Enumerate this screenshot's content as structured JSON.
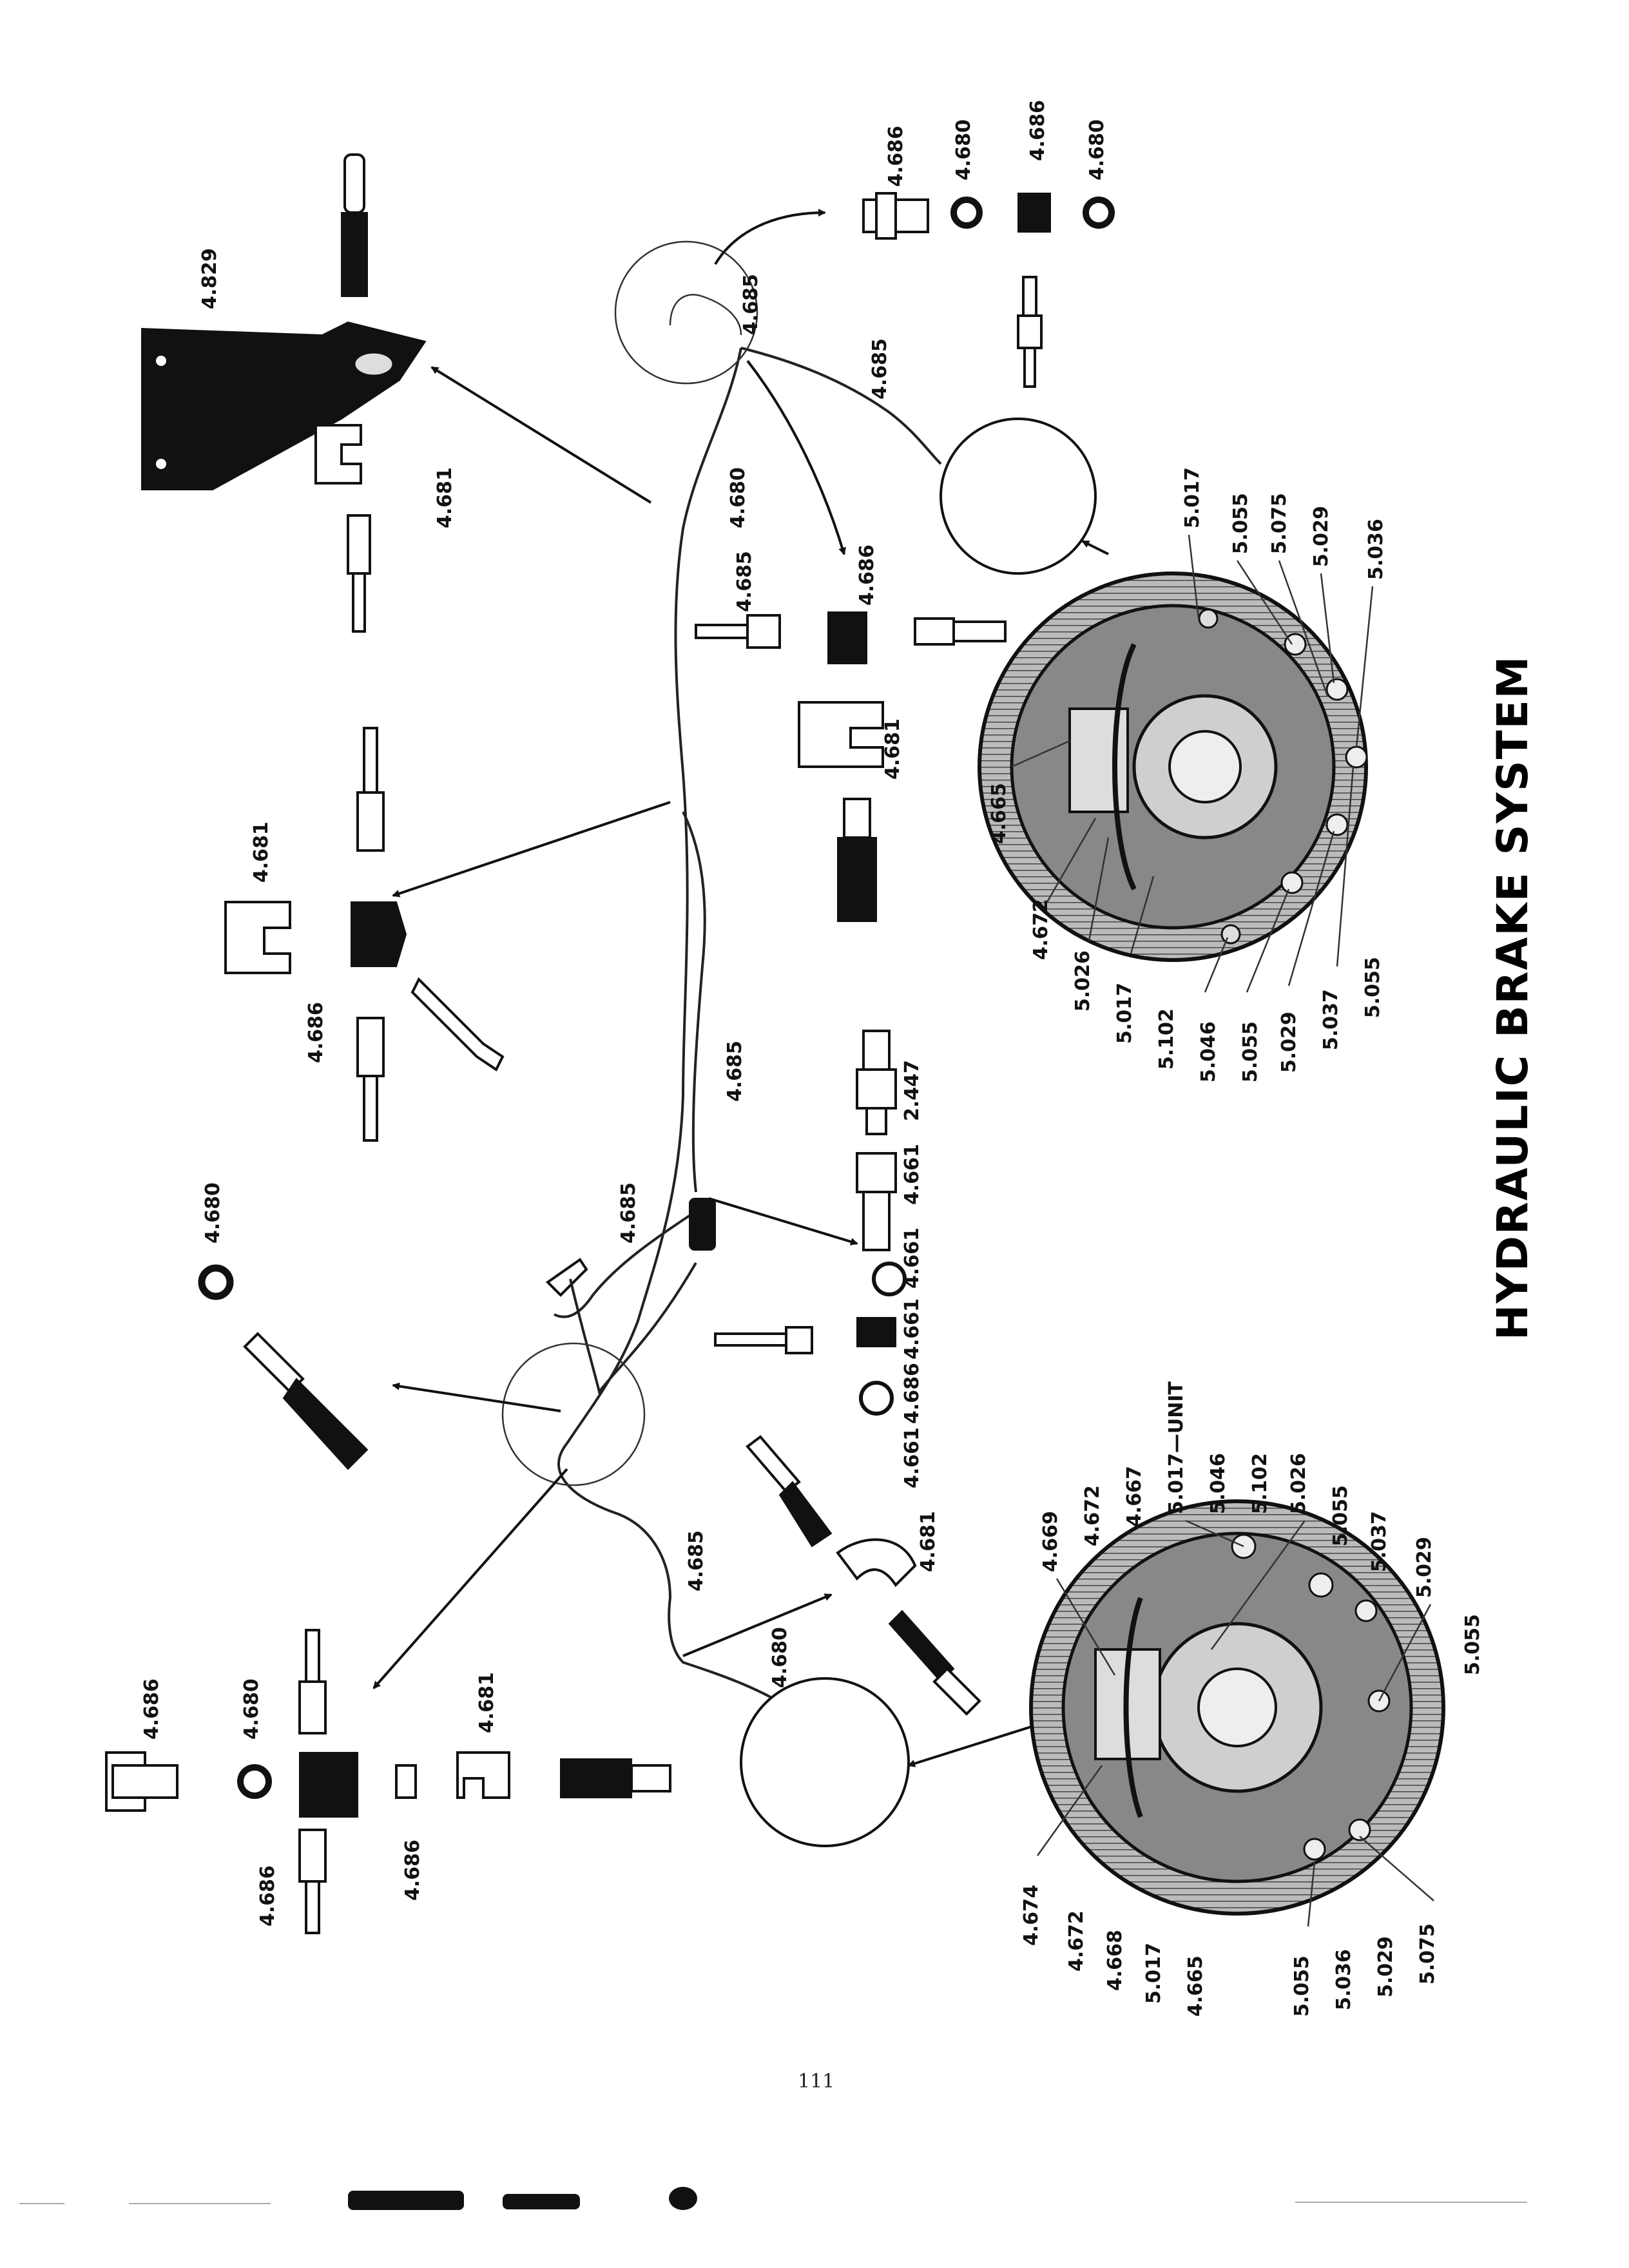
{
  "title": "HYDRAULIC BRAKE SYSTEM",
  "page_number": "111",
  "groups": {
    "top_right_fittings": [
      "4.686",
      "4.680",
      "4.686",
      "4.680"
    ],
    "front_right_hose": [
      "4.685",
      "4.685",
      "4.680"
    ],
    "bracket": [
      "4.829",
      "4.681"
    ],
    "center_right_fittings": [
      "4.685",
      "4.686",
      "4.681"
    ],
    "center_tee": [
      "4.681",
      "4.686"
    ],
    "master_cylinder": [
      "4.680",
      "4.685",
      "4.685"
    ],
    "stoplight": [
      "2.447",
      "4.661",
      "4.661",
      "4.661",
      "4.686",
      "4.661"
    ],
    "rear_left": [
      "4.685",
      "4.681",
      "4.680"
    ],
    "rear_tee": [
      "4.686",
      "4.680",
      "4.681",
      "4.686",
      "4.686"
    ],
    "front_brake": [
      "5.017",
      "5.055",
      "5.075",
      "5.029",
      "5.036",
      "4.665",
      "4.672",
      "5.026",
      "5.017",
      "5.102",
      "5.046",
      "5.055",
      "5.029",
      "5.037",
      "5.055"
    ],
    "rear_brake": [
      "4.669",
      "4.672",
      "4.667",
      "5.017—UNIT",
      "5.046",
      "5.102",
      "5.026",
      "5.055",
      "5.037",
      "5.029",
      "5.055",
      "4.674",
      "4.672",
      "4.668",
      "5.017",
      "4.665",
      "5.055",
      "5.036",
      "5.029",
      "5.075"
    ]
  }
}
